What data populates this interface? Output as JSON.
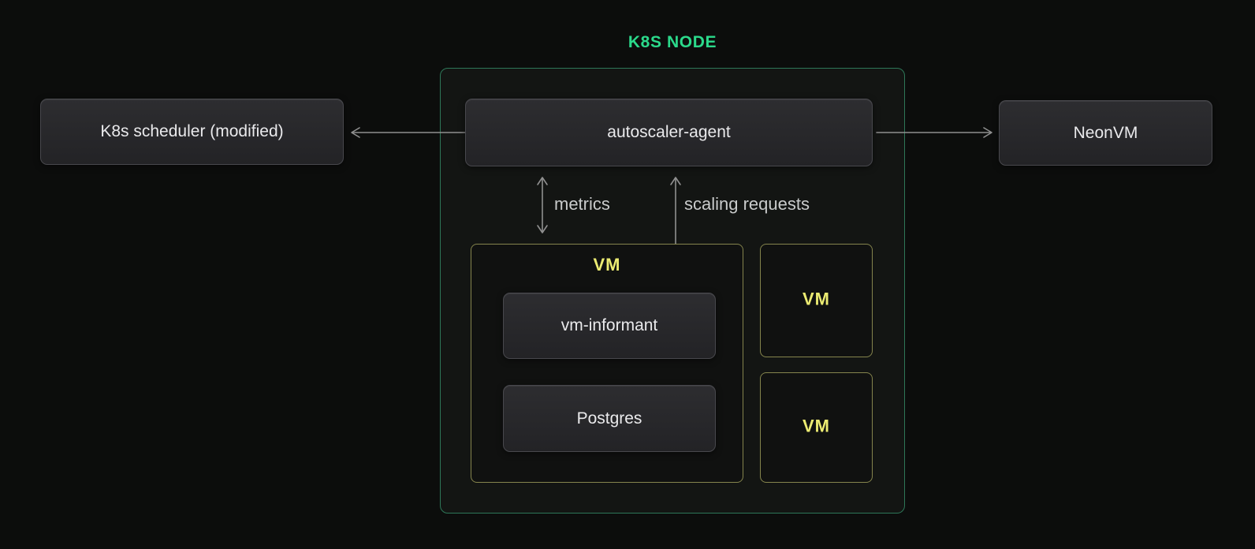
{
  "title": "K8S NODE",
  "colors": {
    "background": "#0c0d0c",
    "node_surface": "#131513",
    "accent_green": "#2bd98b",
    "border_green": "#2e7758",
    "accent_yellow": "#ecec72",
    "border_yellow": "#85854d",
    "arrow_gray": "#909090",
    "box_border": "#48484d",
    "box_bg_top": "#2d2d30",
    "box_bg_bottom": "#232326",
    "text_primary": "#eaeaec",
    "text_secondary": "#c9cbcb"
  },
  "nodes": {
    "k8s_node": {
      "label": "K8S NODE"
    },
    "scheduler": {
      "label": "K8s scheduler (modified)"
    },
    "autoscaler": {
      "label": "autoscaler-agent"
    },
    "neonvm": {
      "label": "NeonVM"
    },
    "vm_main": {
      "label": "VM",
      "informant": {
        "label": "vm-informant"
      },
      "postgres": {
        "label": "Postgres"
      }
    },
    "vm_small_1": {
      "label": "VM"
    },
    "vm_small_2": {
      "label": "VM"
    }
  },
  "edges": {
    "metrics": {
      "label": "metrics",
      "style": "double-headed-vertical"
    },
    "scaling": {
      "label": "scaling requests",
      "style": "double-headed-vertical"
    },
    "autoscaler_to_scheduler": {
      "label": "",
      "style": "single-headed-left"
    },
    "autoscaler_to_neonvm": {
      "label": "",
      "style": "single-headed-right"
    }
  }
}
